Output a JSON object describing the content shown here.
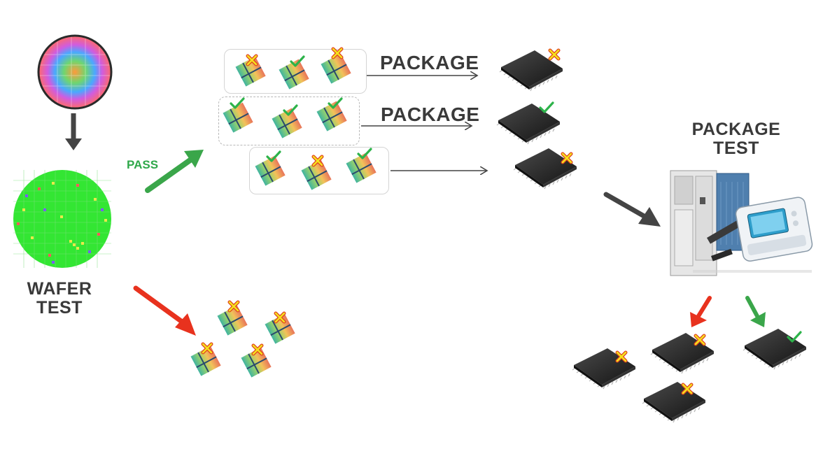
{
  "labels": {
    "wafer_test": [
      "WAFER",
      "TEST"
    ],
    "package_test": [
      "PACKAGE",
      "TEST"
    ],
    "pass": "PASS",
    "package_row1": "PACKAGE",
    "package_row2": "PACKAGE"
  },
  "colors": {
    "pass_arrow": "#3aa64a",
    "fail_arrow": "#e8321e",
    "neutral_arrow": "#444444",
    "chip_body": "#2a2a2a",
    "check": "#2db34a",
    "cross_fill": "#f4e21c",
    "cross_stroke": "#e0421e",
    "wafer_map_pass": "#33e633"
  },
  "icons": {
    "wafer": "wafer-icon",
    "wafer_map": "wafer-map-icon",
    "die": "die-icon",
    "chip": "packaged-chip-icon",
    "tester": "package-tester-machine-icon",
    "pass_mark": "check-icon",
    "fail_mark": "cross-icon"
  },
  "die_groups": [
    {
      "marks": [
        "fail",
        "pass",
        "fail"
      ]
    },
    {
      "marks": [
        "pass",
        "pass",
        "pass"
      ]
    },
    {
      "marks": [
        "pass",
        "fail",
        "pass"
      ]
    }
  ],
  "packaged_chips": [
    "fail",
    "pass",
    "fail"
  ],
  "rejected_dies": [
    "fail",
    "fail",
    "fail",
    "fail"
  ],
  "final_chips": [
    "fail",
    "fail",
    "fail",
    "pass"
  ]
}
